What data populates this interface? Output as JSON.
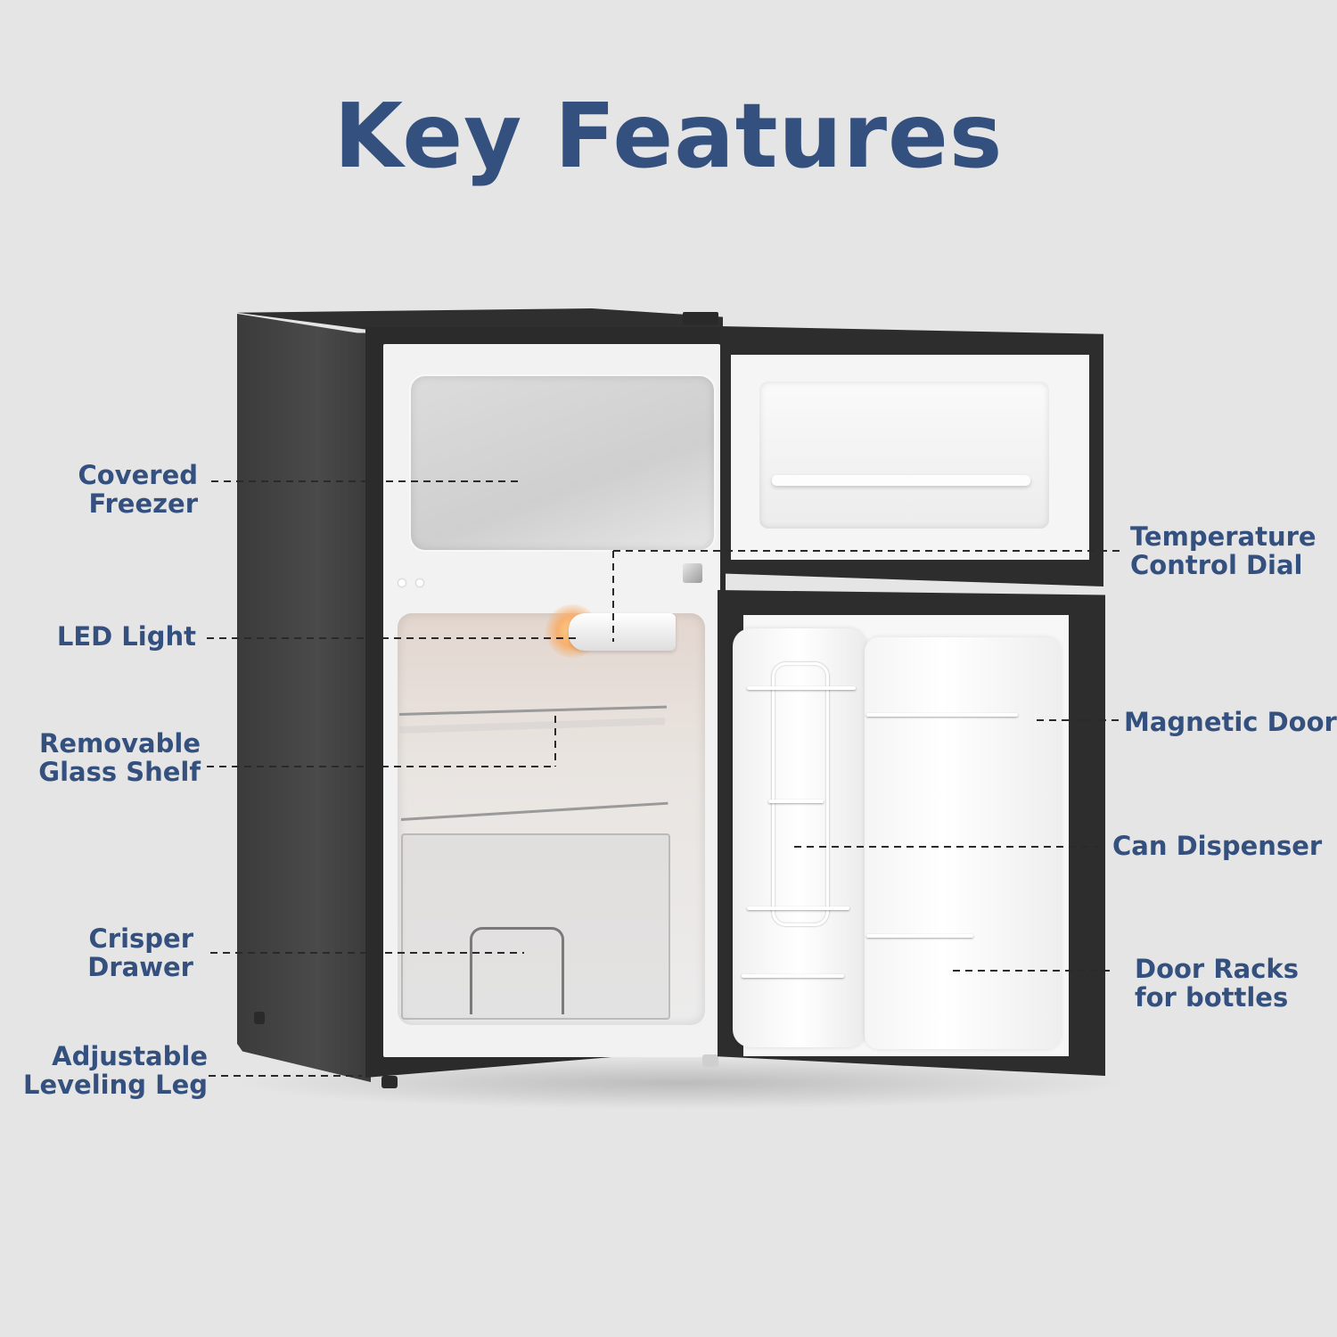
{
  "header": {
    "title": "Key Features"
  },
  "colors": {
    "background": "#e5e5e5",
    "title_text": "#34507e",
    "label_text": "#34507e",
    "leader_line": "#2a2a2a",
    "fridge_body": "#2d2d2d",
    "fridge_liner": "#f2f2f2",
    "led_glow": "#f7b070"
  },
  "product": {
    "name": "compact-two-door-refrigerator",
    "finish": "black textured"
  },
  "callouts": {
    "left": [
      {
        "id": "covered-freezer",
        "line1": "Covered",
        "line2": "Freezer"
      },
      {
        "id": "led-light",
        "line1": "LED Light",
        "line2": ""
      },
      {
        "id": "removable-glass-shelf",
        "line1": "Removable",
        "line2": "Glass Shelf"
      },
      {
        "id": "crisper-drawer",
        "line1": "Crisper",
        "line2": "Drawer"
      },
      {
        "id": "adjustable-leveling-leg",
        "line1": "Adjustable",
        "line2": "Leveling Leg"
      }
    ],
    "right": [
      {
        "id": "temperature-control-dial",
        "line1": "Temperature",
        "line2": "Control Dial"
      },
      {
        "id": "magnetic-door",
        "line1": "Magnetic Door",
        "line2": ""
      },
      {
        "id": "can-dispenser",
        "line1": "Can Dispenser",
        "line2": ""
      },
      {
        "id": "door-racks-for-bottles",
        "line1": "Door Racks",
        "line2": "for bottles"
      }
    ]
  }
}
